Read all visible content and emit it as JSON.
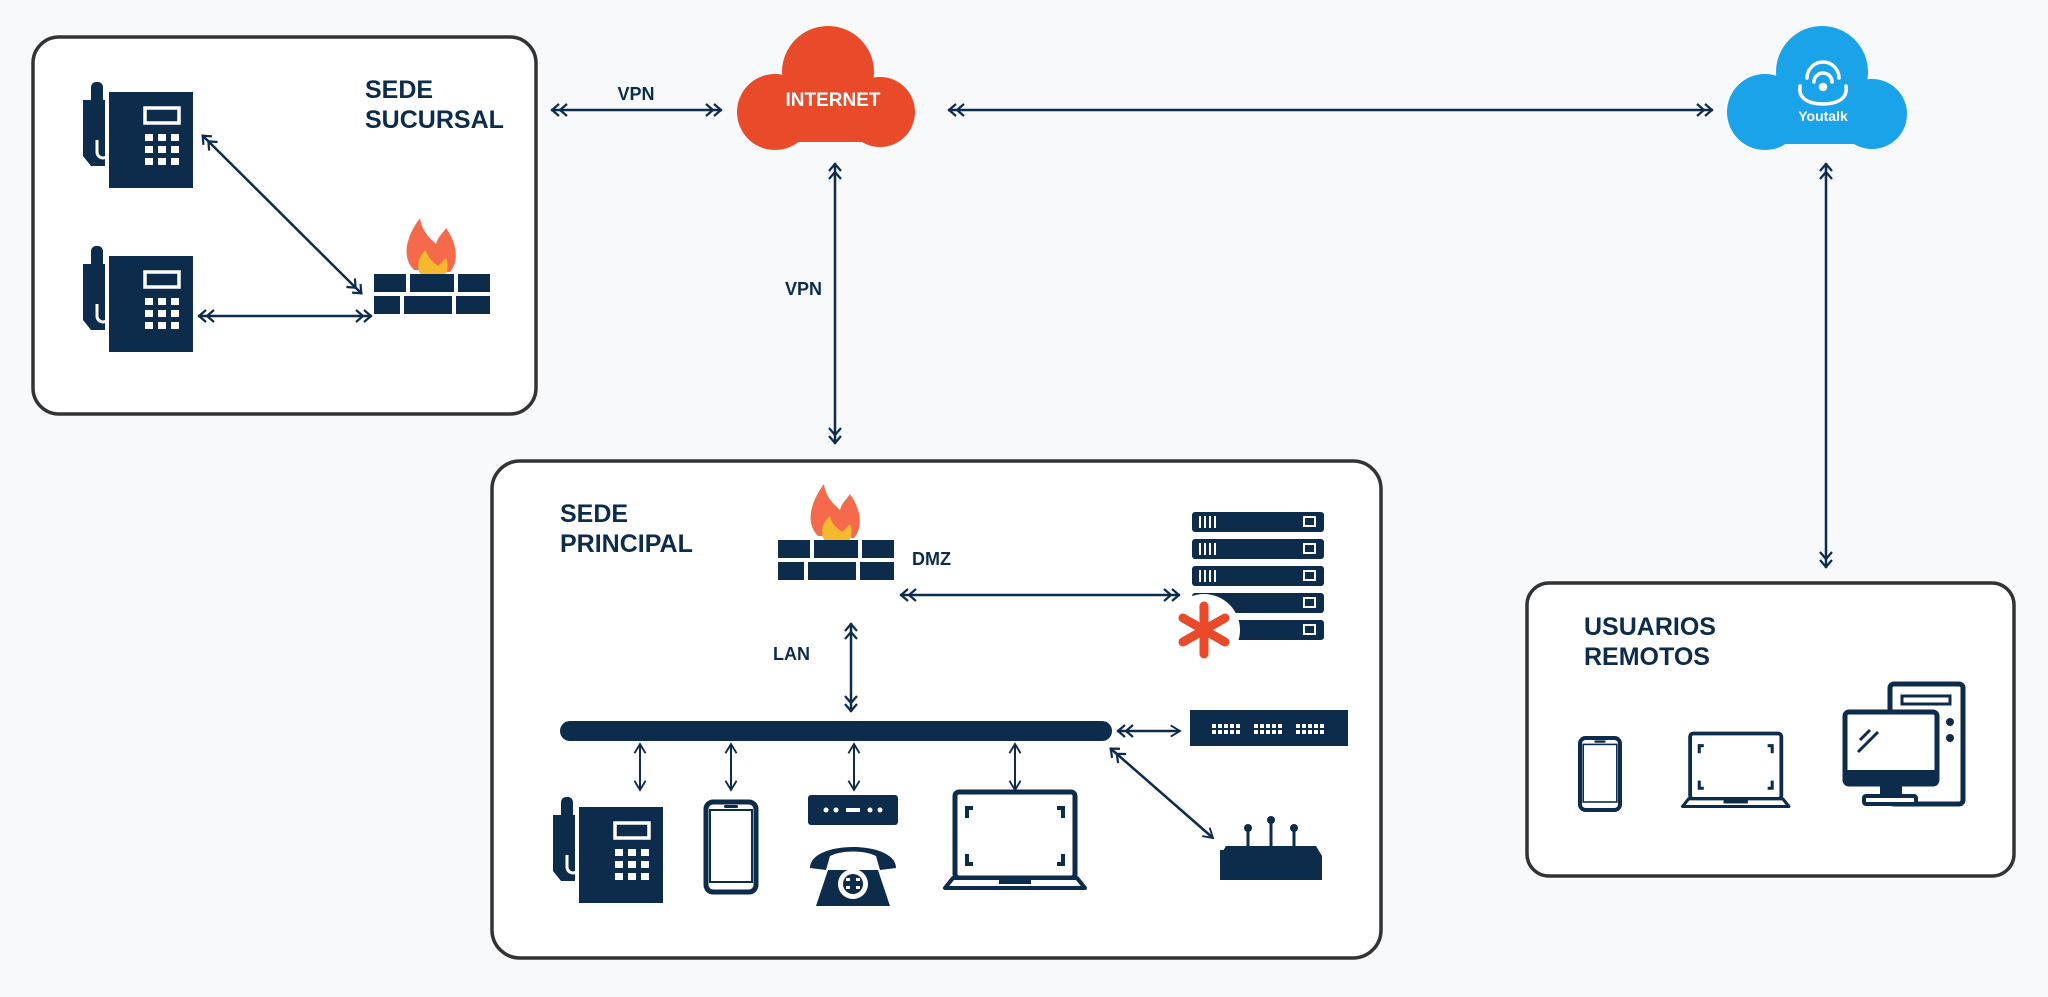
{
  "sites": {
    "sucursal": {
      "title_line1": "SEDE",
      "title_line2": "SUCURSAL"
    },
    "principal": {
      "title_line1": "SEDE",
      "title_line2": "PRINCIPAL"
    },
    "remotos": {
      "title_line1": "USUARIOS",
      "title_line2": "REMOTOS"
    }
  },
  "clouds": {
    "internet": {
      "label": "INTERNET",
      "color": "#e84a2a"
    },
    "provider": {
      "label": "Youtalk",
      "color": "#1aa3e8"
    }
  },
  "links": {
    "vpn_branch": "VPN",
    "vpn_main": "VPN",
    "dmz": "DMZ",
    "lan": "LAN"
  },
  "colors": {
    "navy": "#0d2b4a",
    "flame_outer": "#f46a4b",
    "flame_inner": "#f5b82e",
    "asterisk": "#e84a2a"
  },
  "icons": [
    "ip-phone-icon",
    "firewall-icon",
    "server-rack-icon",
    "asterisk-pbx-icon",
    "network-switch-icon",
    "wifi-access-point-icon",
    "smartphone-icon",
    "analog-gateway-icon",
    "desk-telephone-icon",
    "laptop-icon",
    "desktop-pc-icon"
  ]
}
